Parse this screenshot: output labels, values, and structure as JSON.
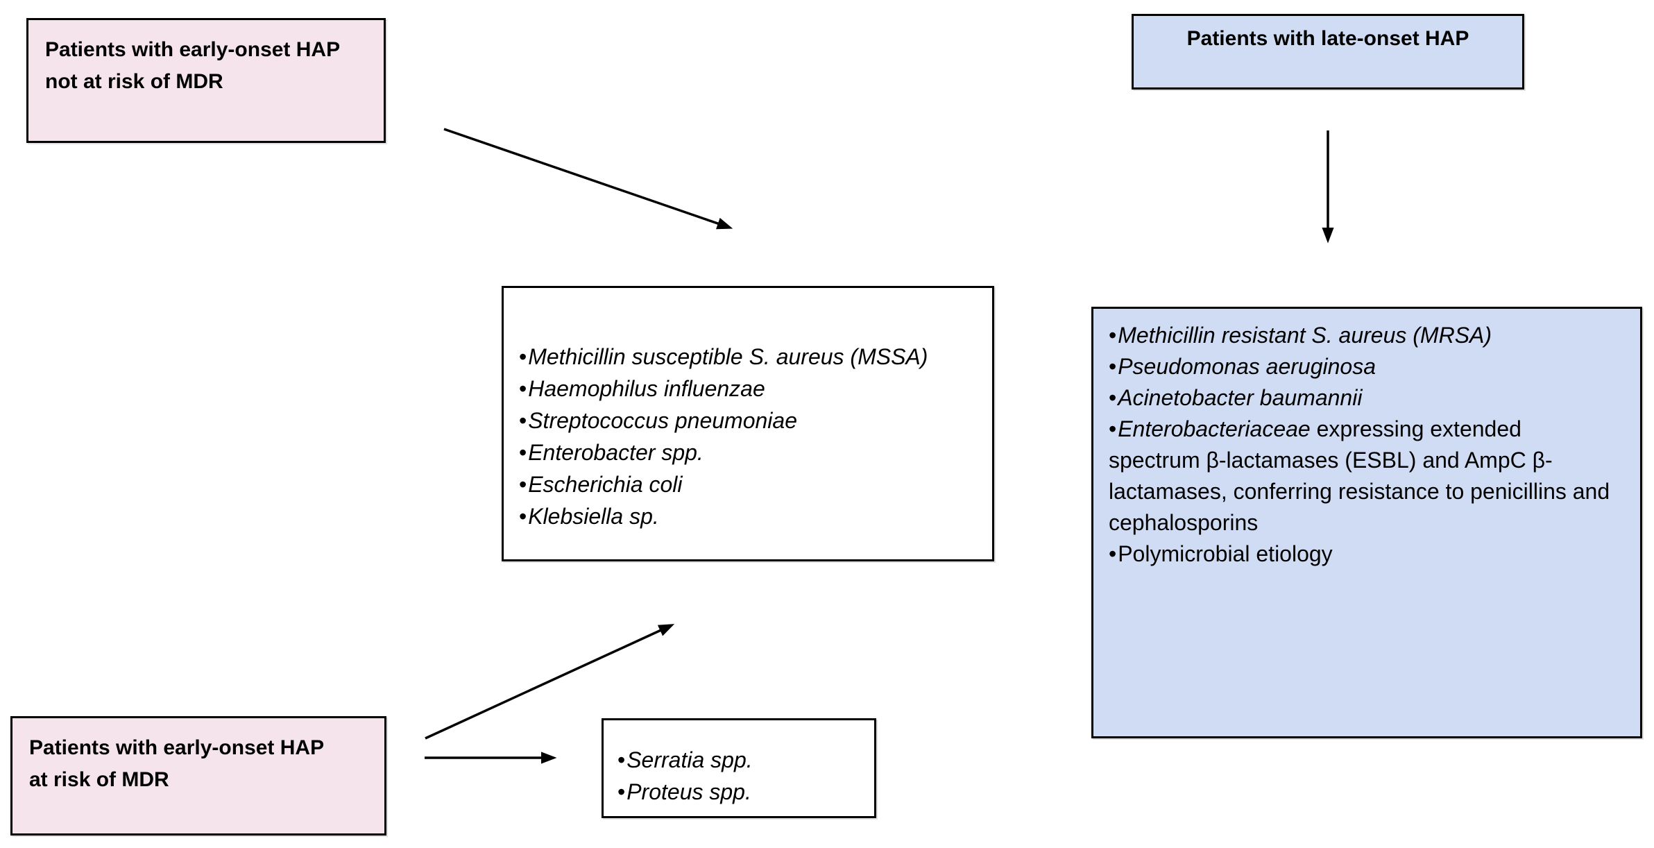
{
  "diagram": {
    "nodes": {
      "early_no_mdr": {
        "lines": [
          "Patients with early-onset HAP",
          "not at risk of MDR"
        ]
      },
      "late_onset": {
        "lines": [
          "Patients with late-onset HAP"
        ]
      },
      "early_mdr": {
        "lines": [
          "Patients with early-onset HAP",
          "at risk of MDR"
        ]
      },
      "common_pathogens": {
        "bullet": "•",
        "items": [
          {
            "italic": "Methicillin susceptible S. aureus (MSSA)",
            "regular": ""
          },
          {
            "italic": "Haemophilus influenzae",
            "regular": ""
          },
          {
            "italic": "Streptococcus pneumoniae",
            "regular": ""
          },
          {
            "italic": "Enterobacter spp.",
            "regular": ""
          },
          {
            "italic": "Escherichia coli",
            "regular": ""
          },
          {
            "italic": "Klebsiella sp.",
            "regular": ""
          }
        ]
      },
      "mdr_pathogens": {
        "bullet": "•",
        "items": [
          {
            "italic": "Methicillin resistant S. aureus (MRSA)",
            "regular": ""
          },
          {
            "italic": "Pseudomonas aeruginosa",
            "regular": ""
          },
          {
            "italic": "Acinetobacter baumannii",
            "regular": ""
          },
          {
            "italic": "Enterobacteriaceae",
            "regular": " expressing extended spectrum β-lactamases (ESBL) and AmpC β-lactamases, conferring resistance to penicillins and cephalosporins"
          },
          {
            "italic": "",
            "regular": "Polymicrobial etiology"
          }
        ]
      },
      "extra_pathogens": {
        "bullet": "•",
        "items": [
          {
            "italic": "Serratia spp.",
            "regular": ""
          },
          {
            "italic": "Proteus spp.",
            "regular": ""
          }
        ]
      }
    },
    "colors": {
      "pink_fill": "#F5E4EB",
      "blue_fill": "#CFDCF4",
      "white_fill": "#FFFFFF",
      "border": "#000000",
      "arrow": "#000000",
      "canvas": "#FFFFFF"
    }
  }
}
